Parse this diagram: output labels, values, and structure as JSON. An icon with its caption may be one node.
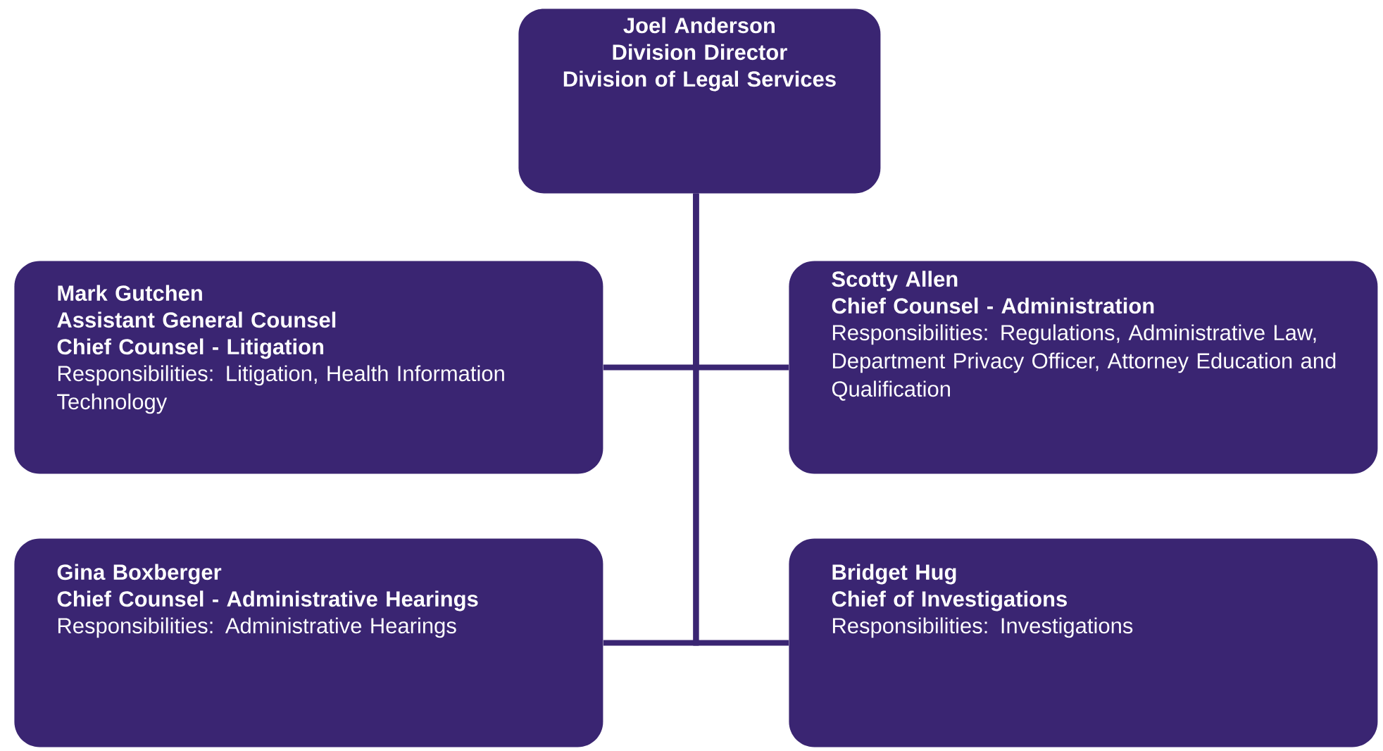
{
  "diagram": {
    "nodes": [
      {
        "text": [
          "Joel Anderson",
          "Division Director",
          "Division of Legal Services"
        ]
      },
      {
        "text": [
          "Mark Gutchen",
          "Assistant General Counsel",
          "Chief Counsel - Litigation",
          "Responsibilities: Litigation, Health Information Technology"
        ]
      },
      {
        "text": [
          "Scotty Allen",
          "Chief Counsel - Administration",
          "Responsibilities: Regulations, Administrative Law, Department Privacy Officer, Attorney Education and Qualification"
        ]
      },
      {
        "text": [
          "Gina Boxberger",
          "Chief Counsel - Administrative Hearings",
          "Responsibilities: Administrative Hearings"
        ]
      },
      {
        "text": [
          "Bridget Hug",
          "Chief of Investigations",
          "Responsibilities: Investigations"
        ]
      }
    ],
    "edges": [
      {
        "from": 0,
        "to": 1,
        "arrow": "none"
      },
      {
        "from": 0,
        "to": 2,
        "arrow": "none"
      },
      {
        "from": 0,
        "to": 3,
        "arrow": "none"
      },
      {
        "from": 0,
        "to": 4,
        "arrow": "none"
      }
    ]
  }
}
